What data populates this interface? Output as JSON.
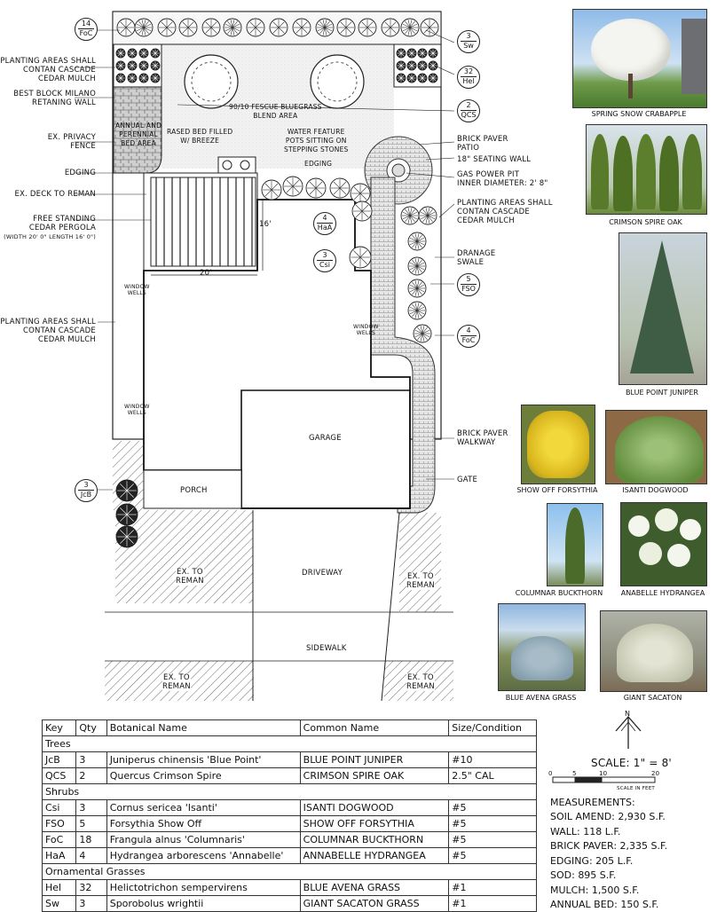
{
  "labels": {
    "planting_cedar_mulch": [
      "PLANTING AREAS SHALL",
      "CONTAN CASCADE",
      "CEDAR MULCH"
    ],
    "retaining_wall": [
      "BEST BLOCK MILANO",
      "RETANING WALL"
    ],
    "privacy_fence": [
      "EX. PRIVACY",
      "FENCE"
    ],
    "edging": "EDGING",
    "deck": "EX. DECK TO REMAN",
    "pergola": [
      "FREE STANDING",
      "CEDAR PERGOLA",
      "(WIDTH 20' 0\" LENGTH 16' 0\")"
    ],
    "planting_left": [
      "PLANTING AREAS SHALL",
      "CONTAN CASCADE",
      "CEDAR MULCH"
    ],
    "annual_bed": [
      "ANNUAL AND",
      "PERENNIAL",
      "BED AREA"
    ],
    "raised_bed": [
      "RASED BED FILLED",
      "W/ BREEZE"
    ],
    "water_feature": [
      "WATER FEATURE",
      "POTS SITTING ON",
      "STEPPING STONES"
    ],
    "edging2": "EDGING",
    "fescue": [
      "90/10 FESCUE BLUEGRASS",
      "BLEND AREA"
    ],
    "brick_patio": [
      "BRICK PAVER",
      "PATIO"
    ],
    "seating_wall": "18\" SEATING WALL",
    "gas_pit": [
      "GAS POWER PIT",
      "INNER DIAMETER: 2' 8\""
    ],
    "planting_right": [
      "PLANTING AREAS SHALL",
      "CONTAN CASCADE",
      "CEDAR MULCH"
    ],
    "drainage": [
      "DRANAGE",
      "SWALE"
    ],
    "brick_walkway": [
      "BRICK PAVER",
      "WALKWAY"
    ],
    "gate": "GATE",
    "garage": "GARAGE",
    "porch": "PORCH",
    "driveway": "DRIVEWAY",
    "sidewalk": "SIDEWALK",
    "ex_remain": [
      "EX. TO",
      "REMAN"
    ],
    "window_wells": [
      "WINDOW",
      "WELLS"
    ],
    "dim_20": "20'",
    "dim_16": "16'"
  },
  "callouts": [
    {
      "qty": "14",
      "key": "FoC"
    },
    {
      "qty": "3",
      "key": "Sw"
    },
    {
      "qty": "32",
      "key": "Hel"
    },
    {
      "qty": "2",
      "key": "QCS"
    },
    {
      "qty": "4",
      "key": "HaA"
    },
    {
      "qty": "3",
      "key": "Csi"
    },
    {
      "qty": "5",
      "key": "FSO"
    },
    {
      "qty": "4",
      "key": "FoC"
    },
    {
      "qty": "3",
      "key": "JcB"
    }
  ],
  "photos": [
    {
      "caption": "SPRING SNOW CRABAPPLE"
    },
    {
      "caption": "CRIMSON SPIRE OAK"
    },
    {
      "caption": "BLUE POINT JUNIPER"
    },
    {
      "caption": "SHOW OFF FORSYTHIA"
    },
    {
      "caption": "ISANTI DOGWOOD"
    },
    {
      "caption": "COLUMNAR BUCKTHORN"
    },
    {
      "caption": "ANABELLE HYDRANGEA"
    },
    {
      "caption": "BLUE AVENA GRASS"
    },
    {
      "caption": "GIANT SACATON"
    }
  ],
  "schedule": {
    "headers": [
      "Key",
      "Qty",
      "Botanical Name",
      "Common Name",
      "Size/Condition"
    ],
    "groups": [
      {
        "name": "Trees",
        "rows": [
          [
            "JcB",
            "3",
            "Juniperus chinensis 'Blue Point'",
            "BLUE POINT JUNIPER",
            "#10"
          ],
          [
            "QCS",
            "2",
            "Quercus Crimson Spire",
            "CRIMSON SPIRE OAK",
            "2.5\" CAL"
          ]
        ]
      },
      {
        "name": "Shrubs",
        "rows": [
          [
            "Csi",
            "3",
            "Cornus sericea 'Isanti'",
            "ISANTI DOGWOOD",
            "#5"
          ],
          [
            "FSO",
            "5",
            "Forsythia Show Off",
            "SHOW OFF FORSYTHIA",
            "#5"
          ],
          [
            "FoC",
            "18",
            "Frangula alnus 'Columnaris'",
            "COLUMNAR BUCKTHORN",
            "#5"
          ],
          [
            "HaA",
            "4",
            "Hydrangea arborescens 'Annabelle'",
            "ANNABELLE HYDRANGEA",
            "#5"
          ]
        ]
      },
      {
        "name": "Ornamental Grasses",
        "rows": [
          [
            "Hel",
            "32",
            "Helictotrichon sempervirens",
            "BLUE AVENA GRASS",
            "#1"
          ],
          [
            "Sw",
            "3",
            "Sporobolus wrightii",
            "GIANT SACATON GRASS",
            "#1"
          ]
        ]
      }
    ]
  },
  "north": "N",
  "scale": {
    "label": "SCALE: 1\" = 8'",
    "ticks": [
      "0",
      "5",
      "10",
      "20"
    ],
    "unit": "SCALE IN FEET"
  },
  "measurements": {
    "title": "MEASUREMENTS:",
    "items": [
      "SOIL AMEND: 2,930 S.F.",
      "WALL: 118 L.F.",
      "BRICK PAVER: 2,335 S.F.",
      "EDGING: 205 L.F.",
      "SOD: 895 S.F.",
      "MULCH: 1,500 S.F.",
      "ANNUAL BED: 150 S.F."
    ]
  }
}
